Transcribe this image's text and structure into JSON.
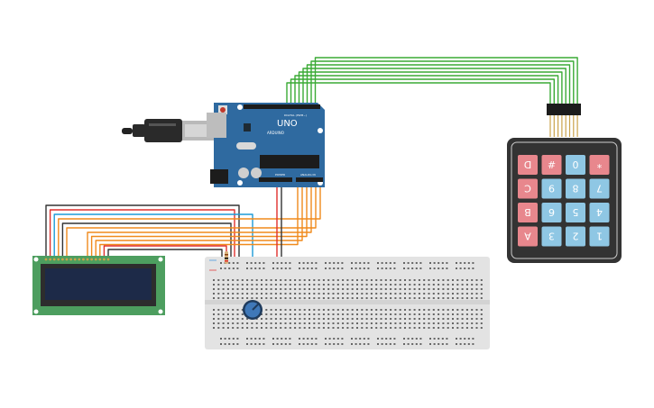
{
  "colors": {
    "arduino_board": "#2f6aa0",
    "keypad_body": "#333333",
    "key_pink": "#e8878d",
    "key_blue": "#8fc7e4",
    "lcd_pcb": "#4d9e5f",
    "lcd_screen": "#1d2a48",
    "breadboard": "#e3e3e3",
    "wire_green": "#3aaa35",
    "wire_orange": "#f08a1c",
    "wire_red": "#e0302e",
    "wire_black": "#333333",
    "wire_blue": "#1d9bd7",
    "potentiometer": "#3f78b8"
  },
  "arduino": {
    "model_label": "UNO",
    "brand_label": "ARDUINO",
    "digital_label": "DIGITAL (PWM~)",
    "power_label": "POWER",
    "analog_label": "ANALOG IN"
  },
  "keypad": {
    "rows": [
      [
        {
          "label": "D",
          "color": "pink"
        },
        {
          "label": "#",
          "color": "pink"
        },
        {
          "label": "0",
          "color": "blue"
        },
        {
          "label": "*",
          "color": "pink"
        }
      ],
      [
        {
          "label": "C",
          "color": "pink"
        },
        {
          "label": "9",
          "color": "blue"
        },
        {
          "label": "8",
          "color": "blue"
        },
        {
          "label": "7",
          "color": "blue"
        }
      ],
      [
        {
          "label": "B",
          "color": "pink"
        },
        {
          "label": "6",
          "color": "blue"
        },
        {
          "label": "5",
          "color": "blue"
        },
        {
          "label": "4",
          "color": "blue"
        }
      ],
      [
        {
          "label": "A",
          "color": "pink"
        },
        {
          "label": "3",
          "color": "blue"
        },
        {
          "label": "2",
          "color": "blue"
        },
        {
          "label": "1",
          "color": "blue"
        }
      ]
    ]
  }
}
